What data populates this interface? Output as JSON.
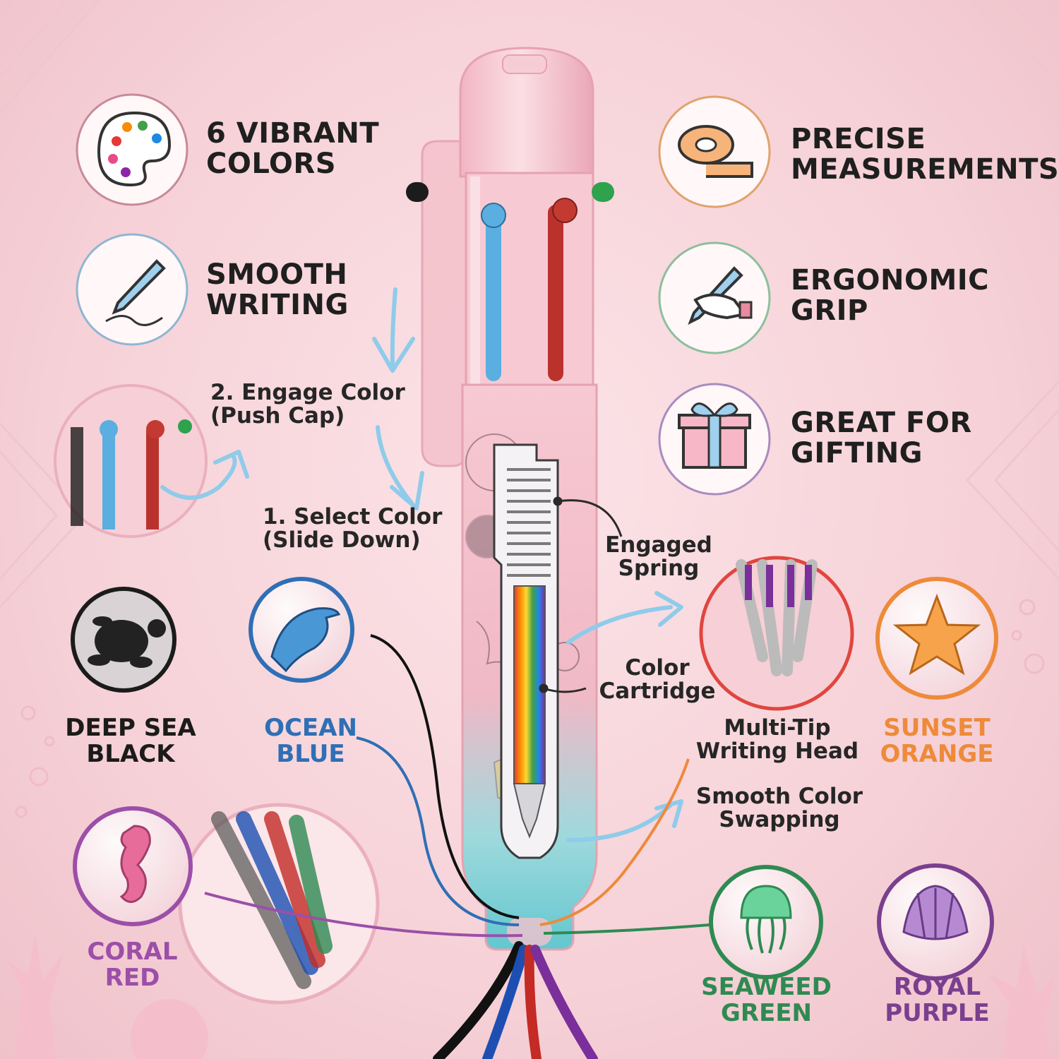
{
  "features": {
    "left": [
      {
        "label": "6 VIBRANT\nCOLORS",
        "icon": "palette-icon",
        "ring": "#c78a9a"
      },
      {
        "label": "SMOOTH\nWRITING",
        "icon": "pen-writing-icon",
        "ring": "#8fb6d1"
      }
    ],
    "right": [
      {
        "label": "PRECISE\nMEASUREMENTS",
        "icon": "measuring-tape-icon",
        "ring": "#e0a36c"
      },
      {
        "label": "ERGONOMIC\nGRIP",
        "icon": "hand-holding-pen-icon",
        "ring": "#8dbf9c"
      },
      {
        "label": "GREAT FOR\nGIFTING",
        "icon": "gift-box-icon",
        "ring": "#a98bbf"
      }
    ]
  },
  "steps": {
    "engage": "2. Engage Color\n(Push Cap)",
    "select": "1. Select Color\n(Slide Down)"
  },
  "parts": {
    "spring": "Engaged\nSpring",
    "cartridge": "Color\nCartridge",
    "head": "Multi-Tip\nWriting Head",
    "swap": "Smooth Color\nSwapping"
  },
  "colors": [
    {
      "label": "DEEP SEA\nBLACK",
      "icon": "sea-turtle-icon",
      "hex": "#1b1b1b"
    },
    {
      "label": "OCEAN\nBLUE",
      "icon": "dolphin-icon",
      "hex": "#2f6fb5"
    },
    {
      "label": "CORAL\nRED",
      "icon": "seahorse-icon",
      "hex": "#9c4fa8"
    },
    {
      "label": "SUNSET\nORANGE",
      "icon": "starfish-icon",
      "hex": "#ee8a3a"
    },
    {
      "label": "SEAWEED\nGREEN",
      "icon": "jellyfish-icon",
      "hex": "#2f8a52"
    },
    {
      "label": "ROYAL\nPURPLE",
      "icon": "seashell-icon",
      "hex": "#7a3f8f"
    }
  ]
}
